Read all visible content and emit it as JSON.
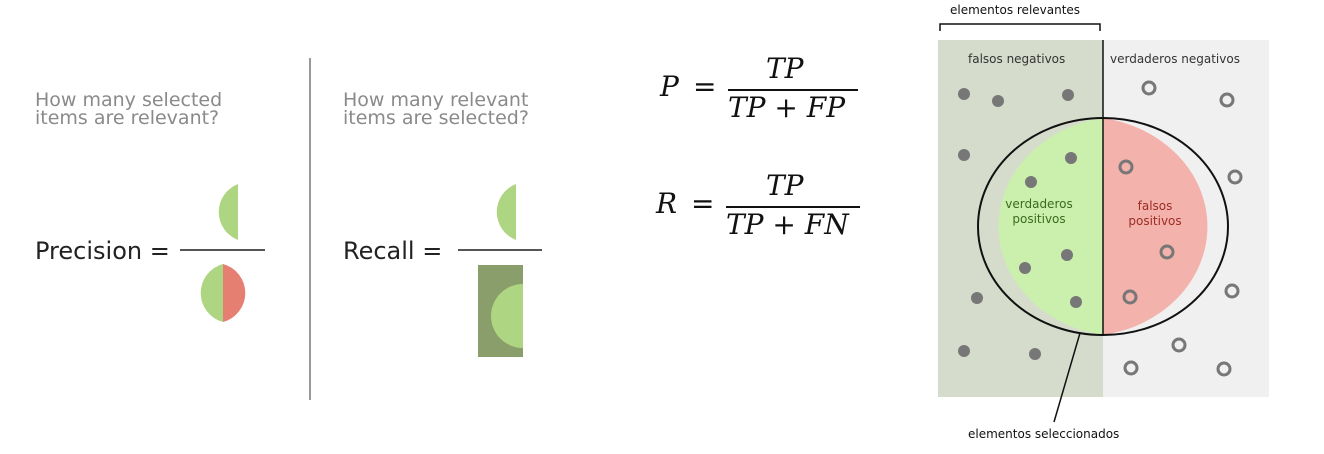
{
  "left_panel": {
    "precision_question": [
      "How many selected",
      "items are relevant?"
    ],
    "recall_question": [
      "How many relevant",
      "items are selected?"
    ],
    "precision_label": "Precision =",
    "recall_label": "Recall ="
  },
  "formulas": {
    "precision": {
      "lhs": "P",
      "equals": "=",
      "numerator": "TP",
      "denominator": "TP + FP"
    },
    "recall": {
      "lhs": "R",
      "equals": "=",
      "numerator": "TP",
      "denominator": "TP + FN"
    }
  },
  "venn": {
    "top_label": "elementos relevantes",
    "false_negatives": "falsos negativos",
    "true_negatives": "verdaderos negativos",
    "true_positives": [
      "verdaderos",
      "positivos"
    ],
    "false_positives": [
      "falsos",
      "positivos"
    ],
    "selected_label": "elementos seleccionados"
  },
  "colors": {
    "green": "#aed581",
    "red": "#e57f72",
    "dark_green": "#8a9e6c",
    "relevant_bg": "#d5dccb",
    "irrelevant_bg": "#f0f0f0",
    "tp_fill": "#cbf0ad",
    "fp_fill": "#f3b2ab",
    "dot_gray": "#777777"
  }
}
